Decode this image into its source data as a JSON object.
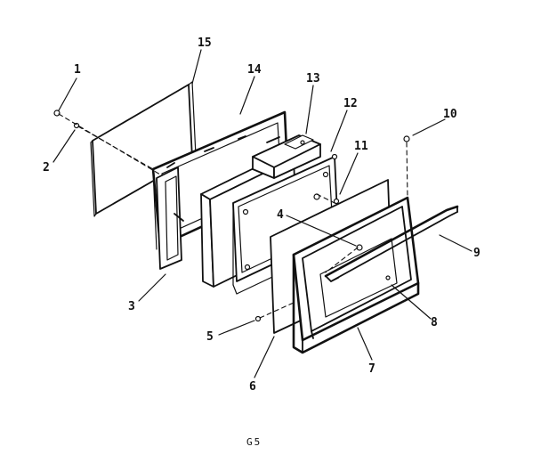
{
  "diagram": {
    "callouts": [
      {
        "id": "1",
        "text": "1"
      },
      {
        "id": "2",
        "text": "2"
      },
      {
        "id": "3",
        "text": "3"
      },
      {
        "id": "4",
        "text": "4"
      },
      {
        "id": "5",
        "text": "5"
      },
      {
        "id": "6",
        "text": "6"
      },
      {
        "id": "7",
        "text": "7"
      },
      {
        "id": "8",
        "text": "8"
      },
      {
        "id": "9",
        "text": "9"
      },
      {
        "id": "10",
        "text": "10"
      },
      {
        "id": "11",
        "text": "11"
      },
      {
        "id": "12",
        "text": "12"
      },
      {
        "id": "13",
        "text": "13"
      },
      {
        "id": "14",
        "text": "14"
      },
      {
        "id": "15",
        "text": "15"
      }
    ],
    "page_code": "G5",
    "colors": {
      "ink": "#111111",
      "paper": "#ffffff"
    }
  }
}
